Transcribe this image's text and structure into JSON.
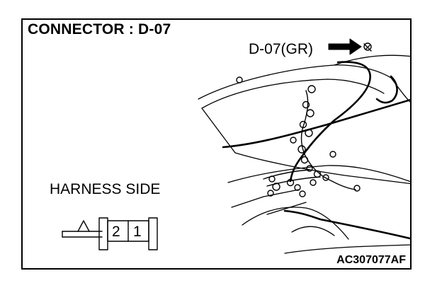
{
  "diagram": {
    "title": "CONNECTOR : D-07",
    "callout": "D-07(GR)",
    "view_label": "HARNESS SIDE",
    "connector_pins": [
      "2",
      "1"
    ],
    "figure_code": "AC307077AF"
  }
}
